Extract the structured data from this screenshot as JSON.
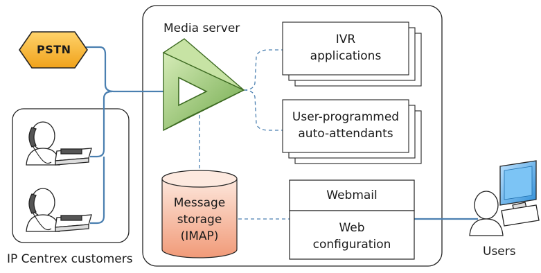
{
  "title": "",
  "nodes": {
    "pstn": {
      "label": "PSTN"
    },
    "media_server": {
      "label": "Media server"
    },
    "ivr": {
      "label_line1": "IVR",
      "label_line2": "applications"
    },
    "auto_attendants": {
      "label_line1": "User-programmed",
      "label_line2": "auto-attendants"
    },
    "message_storage": {
      "label_line1": "Message",
      "label_line2": "storage",
      "label_line3": "(IMAP)"
    },
    "webmail": {
      "label": "Webmail"
    },
    "web_configuration": {
      "label_line1": "Web",
      "label_line2": "configuration"
    },
    "ip_centrex": {
      "label": "IP Centrex customers"
    },
    "users": {
      "label": "Users"
    }
  },
  "colors": {
    "line_blue": "#4a7fb0",
    "pstn_fill": "#f5a623",
    "triangle_fill": "#9ccb6e",
    "cylinder_fill": "#f4b49a",
    "monitor_fill": "#5aa9e6"
  },
  "icons": [
    "pstn-hexagon-icon",
    "media-server-triangle-icon",
    "telephone-user-icon",
    "computer-user-icon",
    "cylinder-storage-icon"
  ]
}
